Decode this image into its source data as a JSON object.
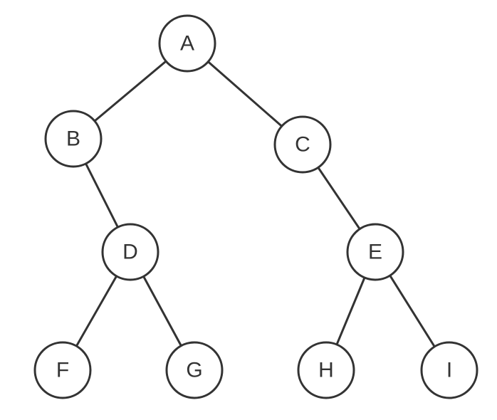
{
  "tree": {
    "nodes": [
      {
        "id": "A",
        "label": "A"
      },
      {
        "id": "B",
        "label": "B"
      },
      {
        "id": "C",
        "label": "C"
      },
      {
        "id": "D",
        "label": "D"
      },
      {
        "id": "E",
        "label": "E"
      },
      {
        "id": "F",
        "label": "F"
      },
      {
        "id": "G",
        "label": "G"
      },
      {
        "id": "H",
        "label": "H"
      },
      {
        "id": "I",
        "label": "I"
      }
    ],
    "edges": [
      {
        "from": "A",
        "to": "B"
      },
      {
        "from": "A",
        "to": "C"
      },
      {
        "from": "B",
        "to": "D"
      },
      {
        "from": "C",
        "to": "E"
      },
      {
        "from": "D",
        "to": "F"
      },
      {
        "from": "D",
        "to": "G"
      },
      {
        "from": "E",
        "to": "H"
      },
      {
        "from": "E",
        "to": "I"
      }
    ]
  }
}
